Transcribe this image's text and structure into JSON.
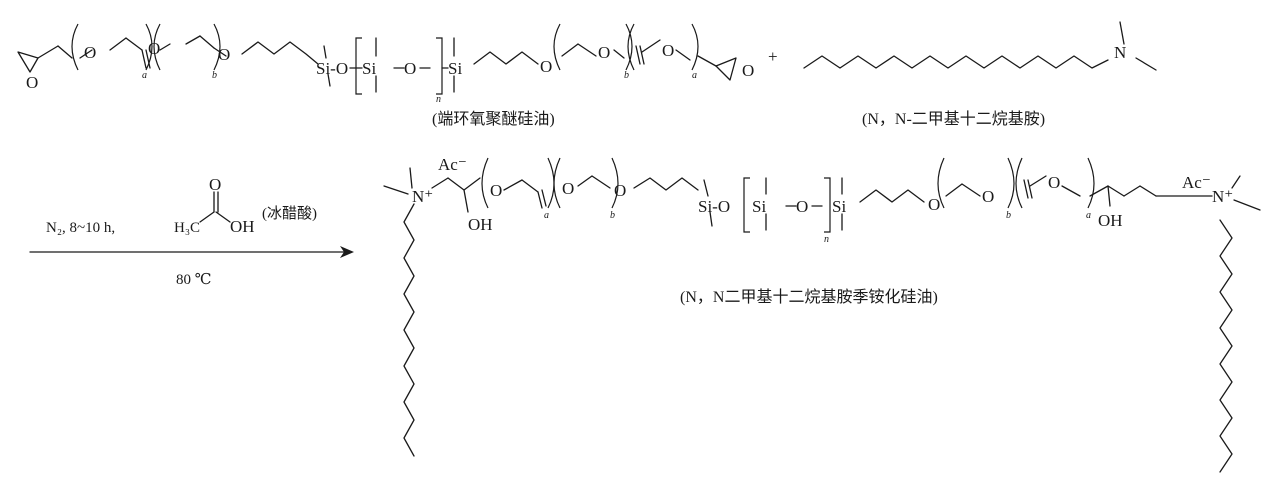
{
  "atoms": {
    "oxygen": "O",
    "silicon": "Si",
    "nitrogen": "N",
    "nitrogen_plus": "N⁺",
    "hydroxyl": "OH",
    "acetate": "Ac⁻",
    "si_o": "Si-O",
    "methyl": "H₃C"
  },
  "repeat_indices": {
    "a": "a",
    "b": "b",
    "n": "n"
  },
  "plus_sign": "+",
  "captions": {
    "reactant1": "(端环氧聚醚硅油)",
    "reactant2": "(N，N-二甲基十二烷基胺)",
    "product": "(N，N二甲基十二烷基胺季铵化硅油)"
  },
  "conditions": {
    "above_arrow": "N₂, 8~10 h,",
    "catalyst_label": "(冰醋酸)",
    "below_arrow": "80 ℃"
  }
}
